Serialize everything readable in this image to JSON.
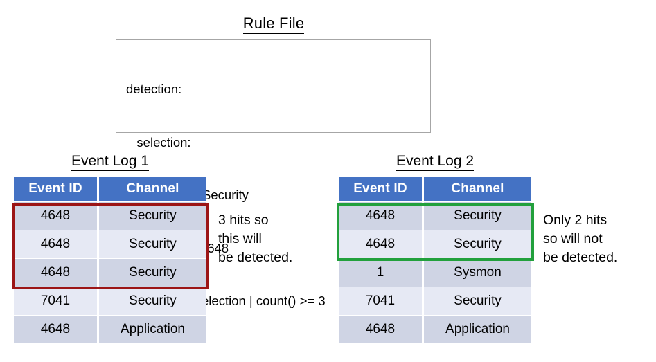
{
  "rule": {
    "title": "Rule File",
    "lines": [
      "detection:",
      "   selection:",
      "      Channel: Security",
      "      EventID: 4648",
      "   condition: selection | count() >= 3"
    ]
  },
  "colors": {
    "header_blue": "#4472C4",
    "row_dark": "#CFD4E4",
    "row_light": "#E6E9F4",
    "highlight_red": "#9C1516",
    "highlight_green": "#22A03C",
    "box_border": "#A6A6A6"
  },
  "logs": [
    {
      "title": "Event Log 1",
      "columns": [
        "Event ID",
        "Channel"
      ],
      "rows": [
        {
          "event_id": "4648",
          "channel": "Security"
        },
        {
          "event_id": "4648",
          "channel": "Security"
        },
        {
          "event_id": "4648",
          "channel": "Security"
        },
        {
          "event_id": "7041",
          "channel": "Security"
        },
        {
          "event_id": "4648",
          "channel": "Application"
        }
      ],
      "highlight": {
        "color": "#9C1516",
        "rows": 3
      },
      "note": "3 hits so\nthis will\nbe detected."
    },
    {
      "title": "Event Log 2",
      "columns": [
        "Event ID",
        "Channel"
      ],
      "rows": [
        {
          "event_id": "4648",
          "channel": "Security"
        },
        {
          "event_id": "4648",
          "channel": "Security"
        },
        {
          "event_id": "1",
          "channel": "Sysmon"
        },
        {
          "event_id": "7041",
          "channel": "Security"
        },
        {
          "event_id": "4648",
          "channel": "Application"
        }
      ],
      "highlight": {
        "color": "#22A03C",
        "rows": 2
      },
      "note": "Only 2 hits\nso will not\nbe detected."
    }
  ]
}
